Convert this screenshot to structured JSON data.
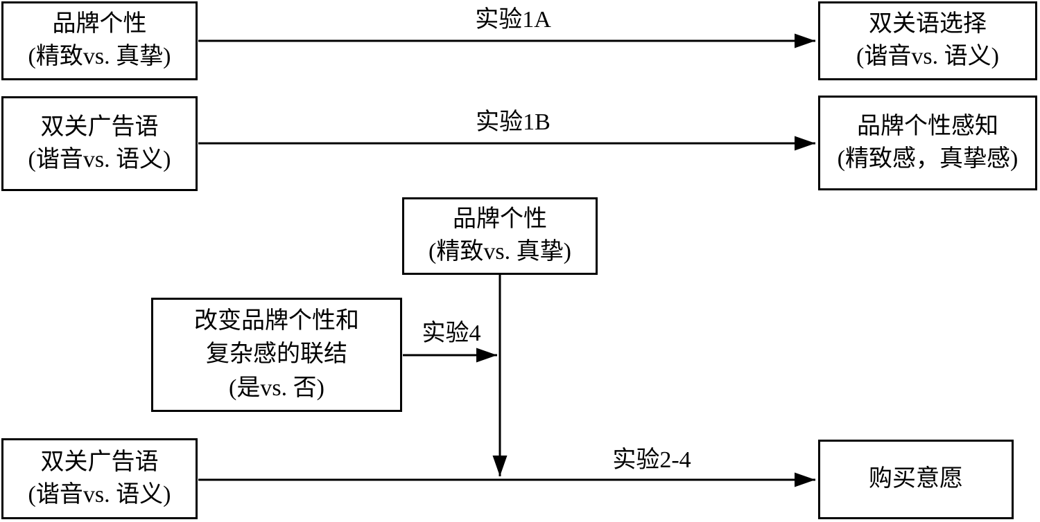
{
  "diagram": {
    "title": "",
    "colors": {
      "line": "#000000",
      "box_fill": "#ffffff",
      "text": "#000000",
      "background": "#ffffff"
    },
    "boxes": {
      "top_left": {
        "line1": "品牌个性",
        "line2": "(精致vs. 真挚)"
      },
      "top_right": {
        "line1": "双关语选择",
        "line2": "(谐音vs. 语义)"
      },
      "mid_left": {
        "line1": "双关广告语",
        "line2": "(谐音vs. 语义)"
      },
      "mid_right": {
        "line1": "品牌个性感知",
        "line2": "(精致感，真挚感)"
      },
      "center": {
        "line1": "品牌个性",
        "line2": "(精致vs. 真挚)"
      },
      "moderator": {
        "line1": "改变品牌个性和",
        "line2": "复杂感的联结",
        "line3": "(是vs. 否)"
      },
      "bottom_left": {
        "line1": "双关广告语",
        "line2": "(谐音vs. 语义)"
      },
      "bottom_right": {
        "line1": "购买意愿"
      }
    },
    "arrow_labels": {
      "exp1a": "实验1A",
      "exp1b": "实验1B",
      "exp4": "实验4",
      "exp24": "实验2-4"
    }
  }
}
